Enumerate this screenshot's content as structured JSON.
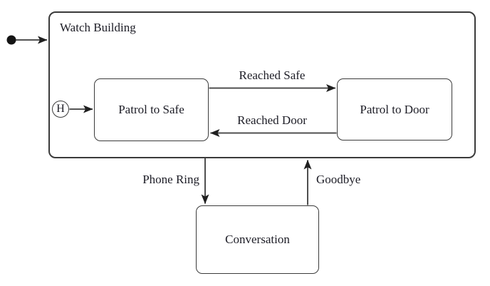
{
  "diagram": {
    "type": "uml-state-machine",
    "colors": {
      "line": "#3b3b3b",
      "arrow_fill": "#1f1f1f",
      "text": "#1d1d26",
      "background": "#ffffff"
    },
    "composite_state": {
      "label": "Watch Building",
      "substates": [
        {
          "label": "Patrol to Safe"
        },
        {
          "label": "Patrol to Door"
        }
      ],
      "history_pseudostate": {
        "label": "H"
      }
    },
    "external_states": [
      {
        "label": "Conversation"
      }
    ],
    "transitions": [
      {
        "from": "initial",
        "to": "Watch Building",
        "label": ""
      },
      {
        "from": "H",
        "to": "Patrol to Safe",
        "label": ""
      },
      {
        "from": "Patrol to Safe",
        "to": "Patrol to Door",
        "label": "Reached Safe"
      },
      {
        "from": "Patrol to Door",
        "to": "Patrol to Safe",
        "label": "Reached Door"
      },
      {
        "from": "Watch Building",
        "to": "Conversation",
        "label": "Phone Ring"
      },
      {
        "from": "Conversation",
        "to": "Watch Building",
        "label": "Goodbye"
      }
    ]
  }
}
